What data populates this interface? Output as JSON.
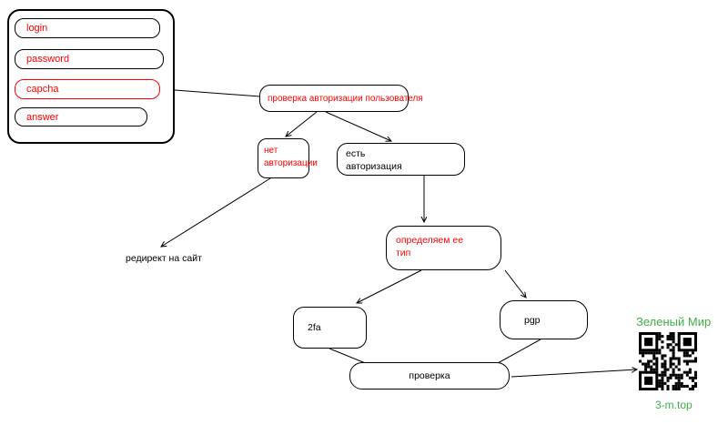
{
  "form": {
    "fields": [
      {
        "label": "login"
      },
      {
        "label": "password"
      },
      {
        "label": "capcha",
        "highlighted": true
      },
      {
        "label": "answer"
      }
    ]
  },
  "nodes": {
    "auth_check": "проверка авторизации пользователя",
    "no_auth": "нет\nавторизации",
    "has_auth": "есть\nавторизация",
    "determine_type": "определяем ее\nтип",
    "redirect_label": "редирект на сайт",
    "twofa": "2fa",
    "pgp": "pgp",
    "verify": "проверка"
  },
  "branding": {
    "name": "Зеленый Мир",
    "domain": "3-m.top"
  },
  "colors": {
    "accent_red": "#ff0000",
    "brand_green": "#3fae49",
    "line_black": "#000000"
  }
}
